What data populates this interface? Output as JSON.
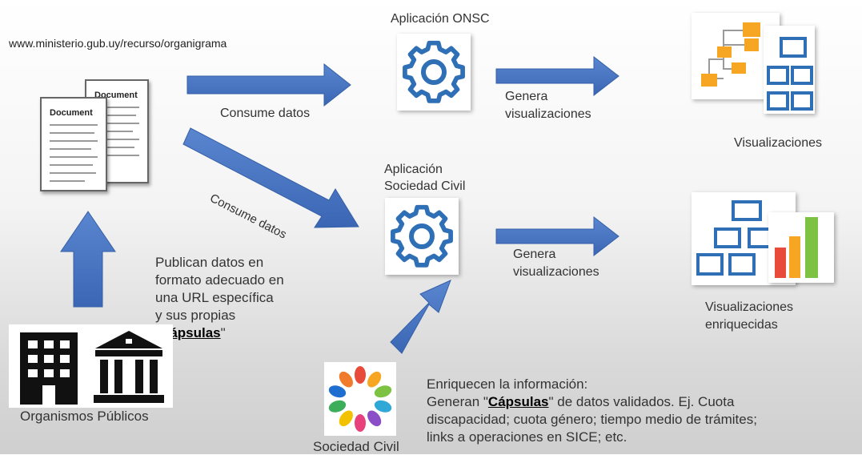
{
  "source_url": "www.ministerio.gub.uy/recurso/organigrama",
  "apps": {
    "onsc": "Aplicación ONSC",
    "civil_line1": "Aplicación",
    "civil_line2": "Sociedad Civil"
  },
  "arrows": {
    "consume_top": "Consume datos",
    "consume_diagonal": "Consume datos",
    "genera_top_line1": "Genera",
    "genera_top_line2": "visualizaciones",
    "genera_bottom_line1": "Genera",
    "genera_bottom_line2": "visualizaciones"
  },
  "outputs": {
    "visualizaciones": "Visualizaciones",
    "enriquecidas_line1": "Visualizaciones",
    "enriquecidas_line2": "enriquecidas"
  },
  "documents": {
    "title": "Document"
  },
  "publish": {
    "line1": "Publican datos en",
    "line2": "formato adecuado en",
    "line3": "una URL específica",
    "line4": "y sus propias",
    "q_open": "\"",
    "capsulas": "Cápsulas",
    "q_close": "\""
  },
  "organismos": "Organismos Públicos",
  "sociedad": "Sociedad Civil",
  "enrich": {
    "line1": "Enriquecen la información:",
    "line2_pre": "Generan \"",
    "capsulas": "Cápsulas",
    "line2_post": "\" de datos validados. Ej. Cuota",
    "line3": "discapacidad; cuota género; tiempo medio de trámites;",
    "line4": "links a operaciones en SICE; etc."
  },
  "colors": {
    "arrow": "#4472c4",
    "gear": "#2f6fb6",
    "org_building": "#111111",
    "chart_orange": "#f6a623",
    "chart_green": "#7dc242",
    "chart_red": "#e84b3a",
    "diagram_blue": "#2f6fb6"
  }
}
